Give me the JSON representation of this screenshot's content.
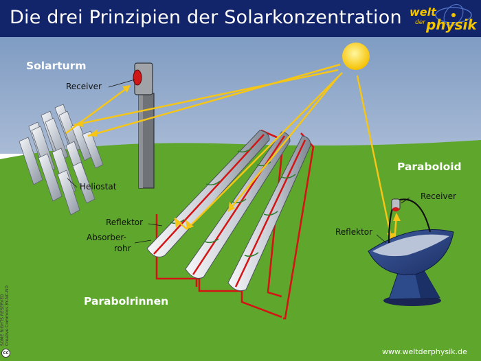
{
  "title": "Die drei Prinzipien der Solarkonzentration",
  "logo": {
    "word1": "welt",
    "word2": "der",
    "word3": "physik"
  },
  "sections": {
    "solarturm": "Solarturm",
    "paraboloid": "Paraboloid",
    "parabolrinnen": "Parabolrinnen"
  },
  "labels": {
    "tower_receiver": "Receiver",
    "heliostat": "Heliostat",
    "trough_reflektor": "Reflektor",
    "absorber_line1": "Absorber-",
    "absorber_line2": "rohr",
    "dish_receiver": "Receiver",
    "dish_reflektor": "Reflektor"
  },
  "footer": {
    "url": "www.weltderphysik.de",
    "rights_line1": "SOME RIGHTS RESERVED",
    "rights_line2": "Creative Commons BY-NC-ND",
    "cc_symbol": "cc"
  },
  "colors": {
    "header": "#12246a",
    "sky": "#8aa3c5",
    "ground": "#5ea62c",
    "ray": "#f5c518",
    "pipe": "#d41414",
    "mirror": "#c2c7cf"
  }
}
